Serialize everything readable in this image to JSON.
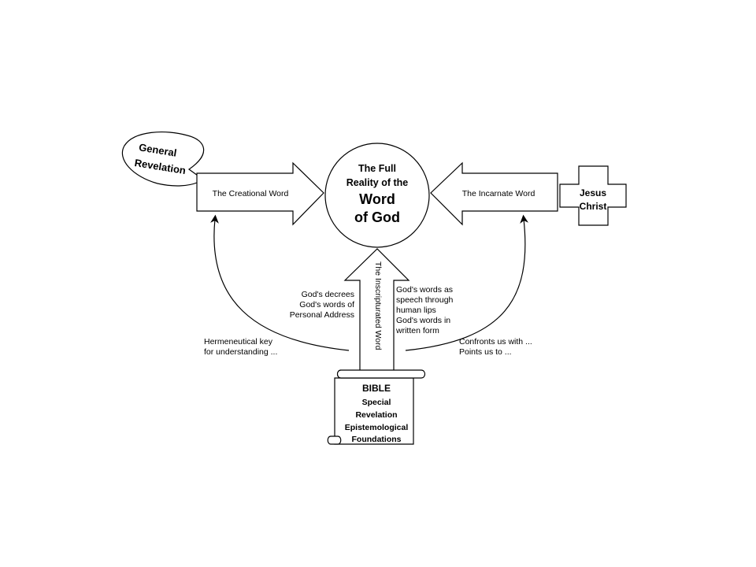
{
  "general_revelation": [
    "General",
    "Revelation"
  ],
  "center": {
    "line1": "The Full",
    "line2": "Reality of the",
    "line3": "Word",
    "line4": "of God"
  },
  "creational_word": "The Creational Word",
  "incarnate_word": "The Incarnate Word",
  "jesus_christ": [
    "Jesus",
    "Christ"
  ],
  "inscripturated_word": "The Inscripturated Word",
  "left_notes": [
    "God's decrees",
    "God's words of",
    "Personal Address"
  ],
  "right_notes": [
    "God's words as",
    "speech through",
    "human lips",
    "God's words in",
    "written form"
  ],
  "hermeneutical": [
    "Hermeneutical key",
    "for understanding ..."
  ],
  "confronts": [
    "Confronts us with ...",
    "Points us to ..."
  ],
  "bible": {
    "title": "BIBLE",
    "lines": [
      "Special",
      "Revelation",
      "Epistemological",
      "Foundations"
    ]
  }
}
